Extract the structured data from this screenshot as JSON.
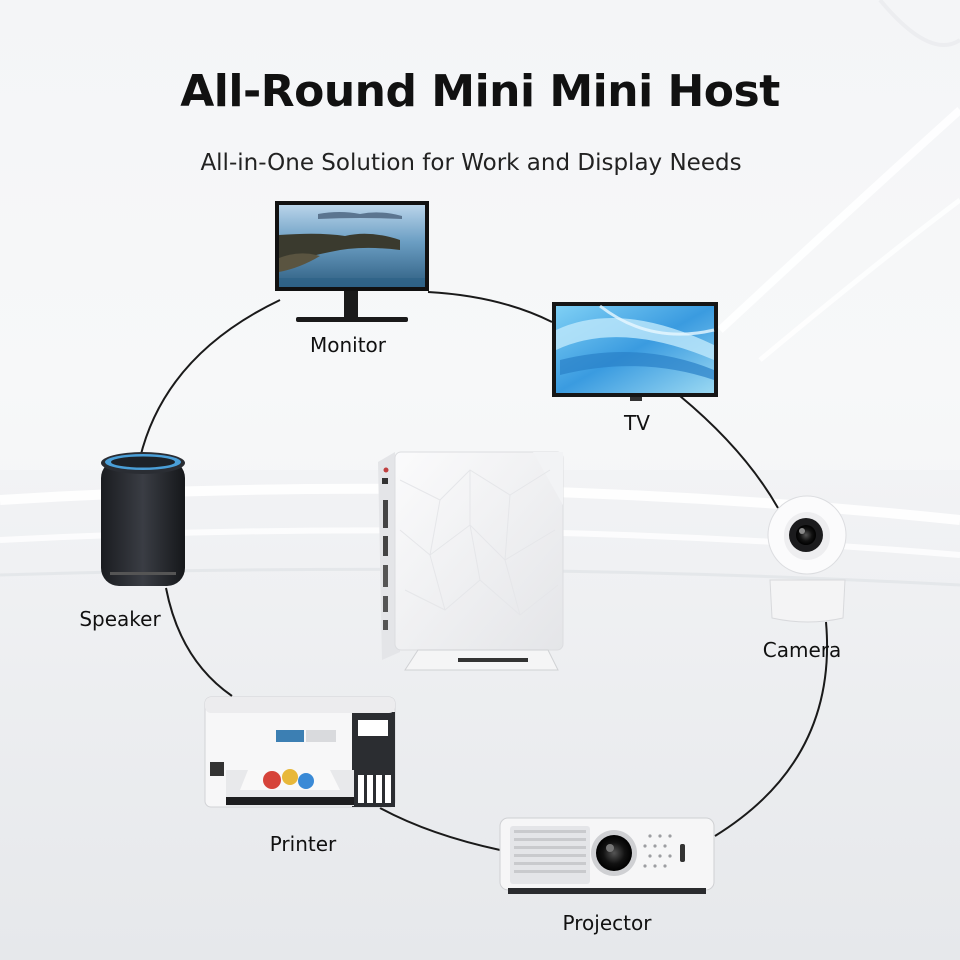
{
  "header": {
    "title": "All-Round Mini Mini Host",
    "subtitle": "All-in-One Solution for Work and Display Needs"
  },
  "devices": {
    "monitor": "Monitor",
    "tv": "TV",
    "speaker": "Speaker",
    "camera": "Camera",
    "printer": "Printer",
    "projector": "Projector"
  },
  "colors": {
    "connector_line": "#1a1a1a",
    "tv_screen": "#4aa8e0",
    "speaker_accent": "#4a9fd8"
  }
}
